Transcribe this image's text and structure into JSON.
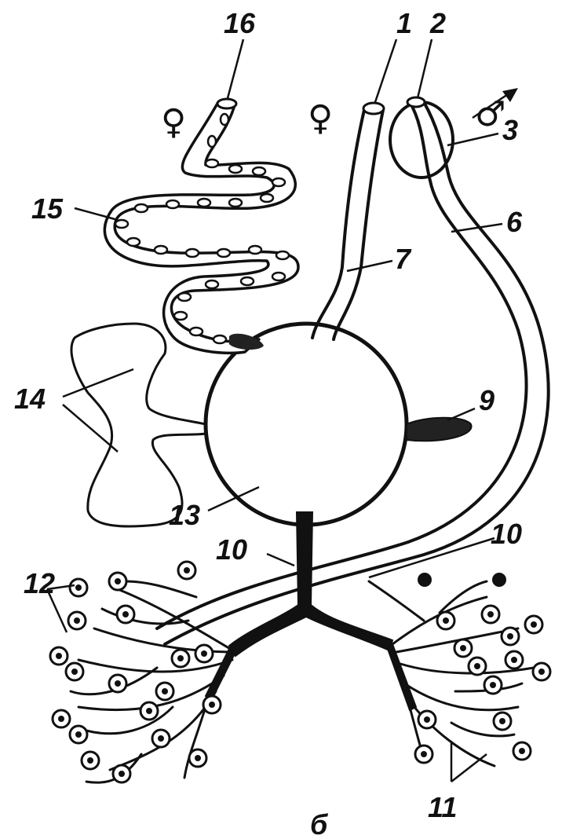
{
  "figure": {
    "caption": "б",
    "labels": [
      "1",
      "2",
      "3",
      "6",
      "7",
      "9",
      "10",
      "10",
      "11",
      "12",
      "13",
      "14",
      "15",
      "16"
    ],
    "symbols": {
      "female_left": "♀",
      "female_right": "♀",
      "male": "♂"
    }
  }
}
